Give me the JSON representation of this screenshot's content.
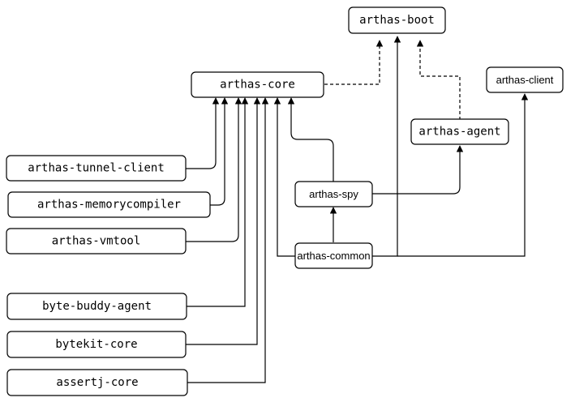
{
  "nodes": {
    "arthas_boot": "arthas-boot",
    "arthas_core": "arthas-core",
    "arthas_client": "arthas-client",
    "arthas_agent": "arthas-agent",
    "arthas_spy": "arthas-spy",
    "arthas_common": "arthas-common",
    "arthas_tunnel_client": "arthas-tunnel-client",
    "arthas_memorycompiler": "arthas-memorycompiler",
    "arthas_vmtool": "arthas-vmtool",
    "byte_buddy_agent": "byte-buddy-agent",
    "bytekit_core": "bytekit-core",
    "assertj_core": "assertj-core"
  }
}
